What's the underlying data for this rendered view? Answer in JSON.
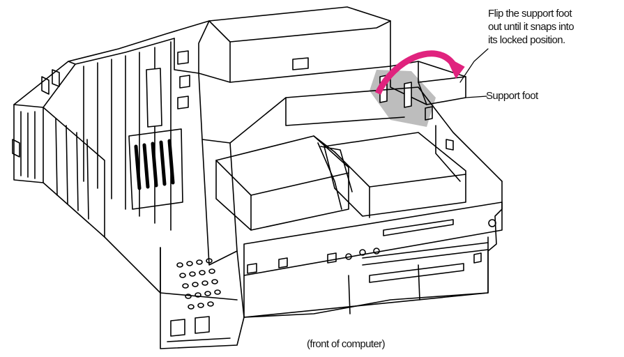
{
  "instruction": {
    "lines": [
      "Flip the support foot",
      "out until it snaps into",
      "its locked position."
    ]
  },
  "callout": {
    "support_foot": "Support foot"
  },
  "caption": {
    "front": "(front of computer)"
  },
  "colors": {
    "arrow": "#e0237e",
    "highlight": "#bdbdbd",
    "line": "#000000"
  }
}
